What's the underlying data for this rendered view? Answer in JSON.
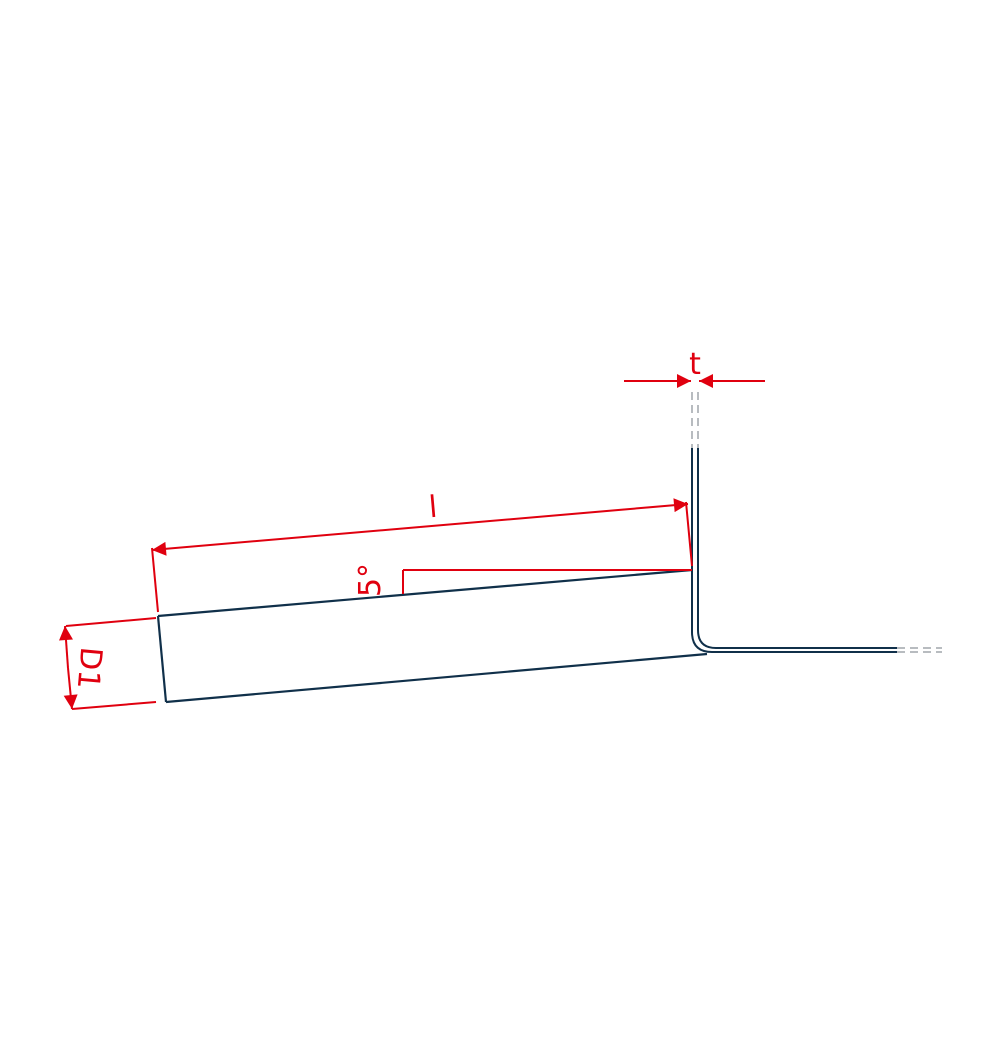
{
  "diagram": {
    "labels": {
      "thickness": "t",
      "length": "l",
      "angle": "5°",
      "depth": "D1"
    },
    "colors": {
      "profile": "#10304a",
      "dimension": "#e0000f",
      "hidden": "#b8bcc0",
      "background": "#ffffff"
    },
    "angle_degrees": 5
  }
}
